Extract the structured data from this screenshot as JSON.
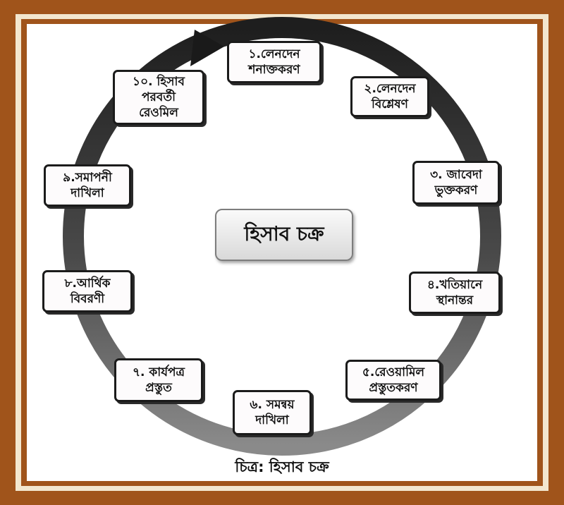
{
  "center_title": "হিসাব চক্র",
  "caption": "চিত্র:  হিসাব চক্র",
  "steps": [
    {
      "label": "১.লেনদেন\nশনাক্তকরণ"
    },
    {
      "label": "২.লেনদেন\nবিশ্লেষণ"
    },
    {
      "label": "৩. জাবেদা\nভুক্তকরণ"
    },
    {
      "label": "৪.খতিয়ানে\nস্থানান্তর"
    },
    {
      "label": "৫.রেওয়ামিল\nপ্রস্তুতকরণ"
    },
    {
      "label": "৬. সমন্বয়\nদাখিলা"
    },
    {
      "label": "৭. কার্যপত্র\nপ্রস্তুত"
    },
    {
      "label": "৮.আর্থিক\nবিবরণী"
    },
    {
      "label": "৯.সমাপনী\nদাখিলা"
    },
    {
      "label": "১০. হিসাব\nপরবর্তী\nরেওমিল"
    }
  ],
  "colors": {
    "frame": "#a0541b",
    "frame_cream": "#f3e7cf",
    "ring_dark": "#1e1e1e",
    "ring_light": "#8a8a8a"
  }
}
